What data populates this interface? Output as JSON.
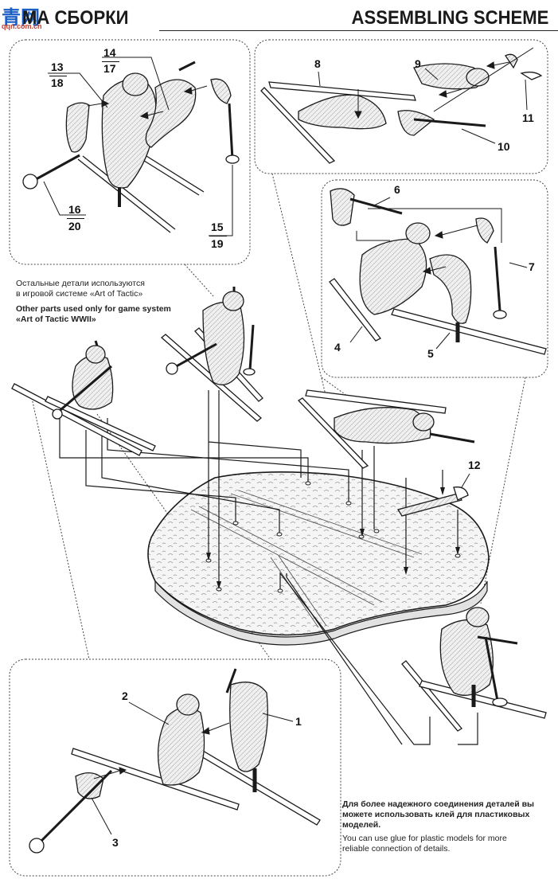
{
  "header": {
    "title_ru": "МА СБОРКИ",
    "title_en": "ASSEMBLING SCHEME"
  },
  "watermark": {
    "logo": "青网",
    "url": "qqn.com.cn"
  },
  "callouts": {
    "c1": "1",
    "c2": "2",
    "c3": "3",
    "c4": "4",
    "c5": "5",
    "c6": "6",
    "c7": "7",
    "c8": "8",
    "c9": "9",
    "c10": "10",
    "c11": "11",
    "c12": "12",
    "c13": "13",
    "c18": "18",
    "c14": "14",
    "c17": "17",
    "c16": "16",
    "c20": "20",
    "c15": "15",
    "c19": "19"
  },
  "notes": {
    "other_parts_ru_line1": "Остальные детали используются",
    "other_parts_ru_line2": "в игровой системе «Art of Tactic»",
    "other_parts_en_line1": "Other parts used only for game system",
    "other_parts_en_line2": "«Art of Tactic WWII»",
    "glue_ru_line1": "Для более надежного соединения деталей вы",
    "glue_ru_line2": "можете использовать клей для пластиковых",
    "glue_ru_line3": "моделей.",
    "glue_en_line1": "You can use glue for plastic models for more",
    "glue_en_line2": "reliable connection of details."
  },
  "colors": {
    "line": "#1a1a1a",
    "figure_fill": "#eeeeee",
    "base_fill": "#f3f3f3",
    "watermark_blue": "#1b5fc4",
    "watermark_red": "#c43b2a"
  }
}
